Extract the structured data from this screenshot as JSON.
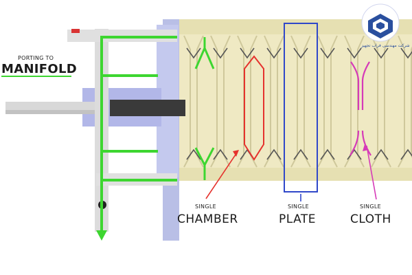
{
  "labels": {
    "porting_line1": "PORTING TO",
    "porting_line2": "MANIFOLD",
    "chamber_small": "SINGLE",
    "chamber_big": "CHAMBER",
    "plate_small": "SINGLE",
    "plate_big": "PLATE",
    "cloth_small": "SINGLE",
    "cloth_big": "CLOTH"
  },
  "logo": {
    "text": "شرکت مهندسی فراب تجهیز",
    "icon": "company-logo-icon"
  },
  "colors": {
    "porting": "#3dd630",
    "chamber": "#e5322d",
    "plate": "#2f47c9",
    "cloth": "#d63ab8",
    "plate_fill": "#f2edc8",
    "frame": "#a8aee0"
  }
}
